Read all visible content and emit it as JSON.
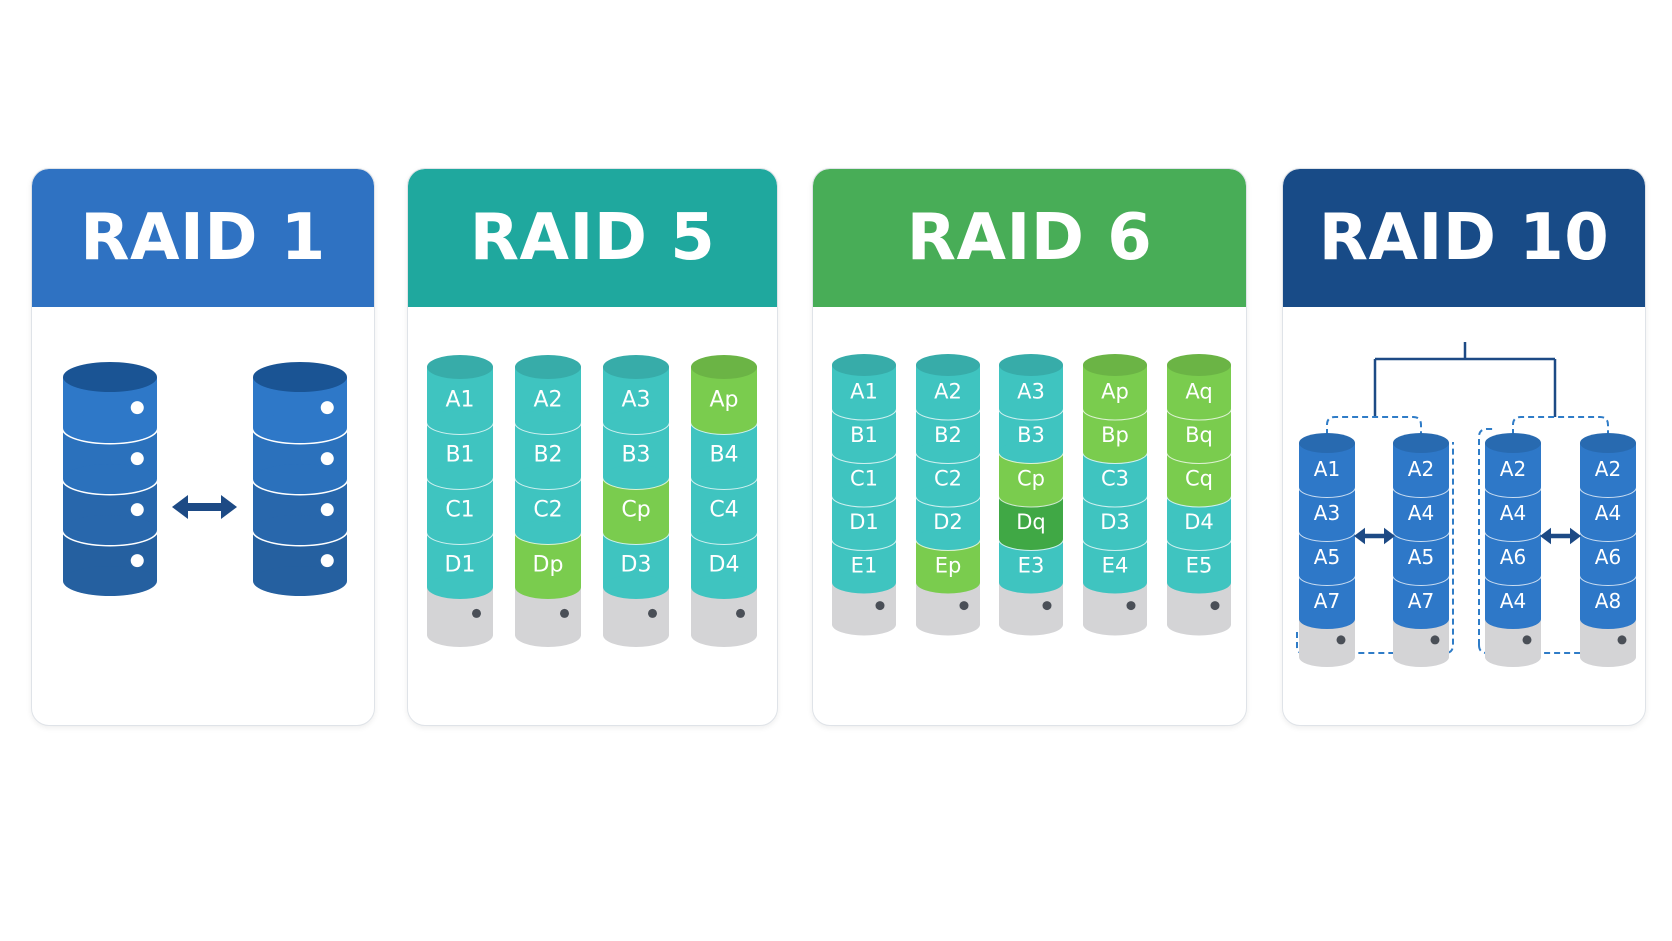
{
  "colors": {
    "raid1_header": "#2f72c2",
    "raid5_header": "#1fa89e",
    "raid6_header": "#48ad57",
    "raid10_header": "#184b87",
    "blue_disk": "#2e78c8",
    "blue_disk_dark": "#1a5494",
    "teal_block": "#3fc4c0",
    "green_parity": "#7acc4e",
    "dark_green_parity": "#40a845",
    "disk_base": "#d4d4d6"
  },
  "raid1": {
    "title": "RAID 1",
    "arrow_icon": "double-arrow-icon"
  },
  "raid5": {
    "title": "RAID 5",
    "disks": [
      [
        "A1",
        "B1",
        "C1",
        "D1"
      ],
      [
        "A2",
        "B2",
        "C2",
        "Dp"
      ],
      [
        "A3",
        "B3",
        "Cp",
        "D3"
      ],
      [
        "Ap",
        "B4",
        "C4",
        "D4"
      ]
    ],
    "parity": [
      [],
      [
        "Dp"
      ],
      [
        "Cp"
      ],
      [
        "Ap"
      ]
    ]
  },
  "raid6": {
    "title": "RAID 6",
    "disks": [
      [
        "A1",
        "B1",
        "C1",
        "D1",
        "E1"
      ],
      [
        "A2",
        "B2",
        "C2",
        "D2",
        "Ep"
      ],
      [
        "A3",
        "B3",
        "Cp",
        "Dq",
        "E3"
      ],
      [
        "Ap",
        "Bp",
        "C3",
        "D3",
        "E4"
      ],
      [
        "Aq",
        "Bq",
        "Cq",
        "D4",
        "E5"
      ]
    ],
    "parity_p": [
      [],
      [
        "Ep"
      ],
      [
        "Cp"
      ],
      [
        "Ap",
        "Bp"
      ],
      []
    ],
    "parity_q": [
      [],
      [],
      [
        "Dq"
      ],
      [],
      [
        "Aq",
        "Bq",
        "Cq"
      ]
    ]
  },
  "raid10": {
    "title": "RAID 10",
    "disks": [
      [
        "A1",
        "A3",
        "A5",
        "A7"
      ],
      [
        "A2",
        "A4",
        "A5",
        "A7"
      ],
      [
        "A2",
        "A4",
        "A6",
        "A4"
      ],
      [
        "A2",
        "A4",
        "A6",
        "A8"
      ]
    ],
    "arrow_icon": "double-arrow-icon"
  }
}
